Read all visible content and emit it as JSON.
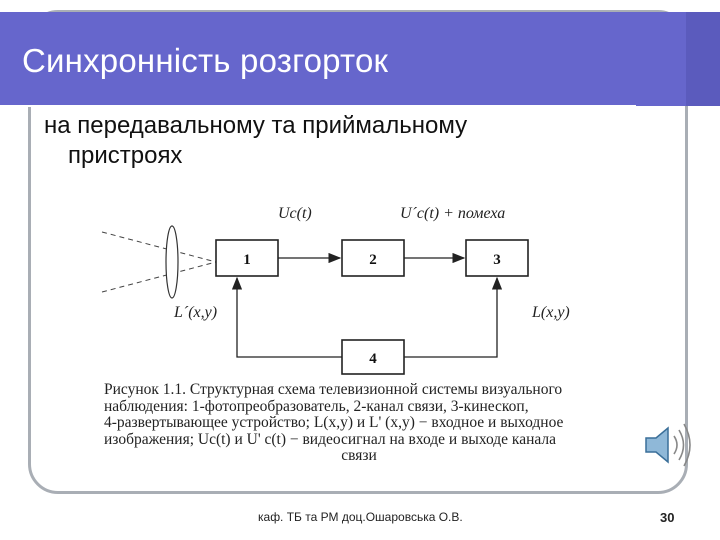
{
  "slide": {
    "title": "Синхронність розгорток",
    "subtitle_line1": "на передавальному та приймальному",
    "subtitle_line2": "пристроях"
  },
  "diagram": {
    "block1": "1",
    "block2": "2",
    "block3": "3",
    "block4": "4",
    "signal_in": "Uc(t)",
    "signal_out": "U´c(t) + помеха",
    "image_in": "L´(x,y)",
    "image_out": "L(x,y)"
  },
  "caption": {
    "line1": "Рисунок 1.1. Структурная схема телевизионной системы визуального",
    "line2": "наблюдения: 1-фотопреобразователь, 2-канал связи, 3-кинескоп,",
    "line3": "4-развертывающее устройство; L(x,y) и L' (x,y) − входное и выходное",
    "line4": "изображения; Uc(t) и U' c(t) − видеосигнал на входе и выходе канала",
    "line5": "связи"
  },
  "footer": {
    "text": "каф. ТБ та РМ доц.Ошаровська О.В.",
    "page": "30"
  },
  "colors": {
    "title_band": "#6666cc",
    "frame": "#a9aeb5"
  },
  "icons": [
    "speaker-icon"
  ]
}
